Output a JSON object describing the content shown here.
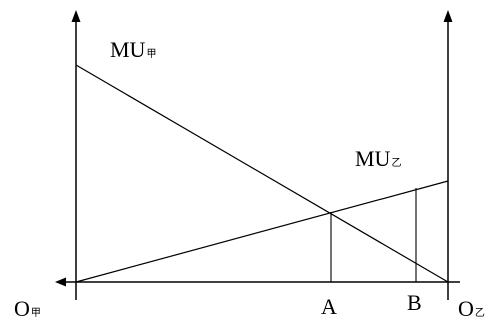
{
  "labels": {
    "mu_a_main": "MU",
    "mu_a_sub": "甲",
    "mu_b_main": "MU",
    "mu_b_sub": "乙",
    "origin_a_main": "O",
    "origin_a_sub": "甲",
    "origin_b_main": "O",
    "origin_b_sub": "乙",
    "point_a": "A",
    "point_b": "B"
  }
}
